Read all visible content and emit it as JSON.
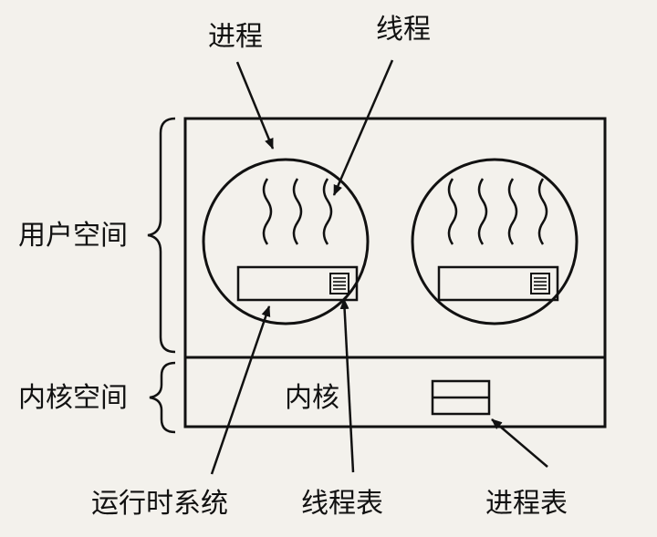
{
  "labels": {
    "process": "进程",
    "thread": "线程",
    "user_space": "用户空间",
    "kernel_space": "内核空间",
    "kernel": "内核",
    "runtime_system": "运行时系统",
    "thread_table": "线程表",
    "process_table": "进程表"
  },
  "colors": {
    "ink": "#111111",
    "paper": "#f3f1ec"
  }
}
